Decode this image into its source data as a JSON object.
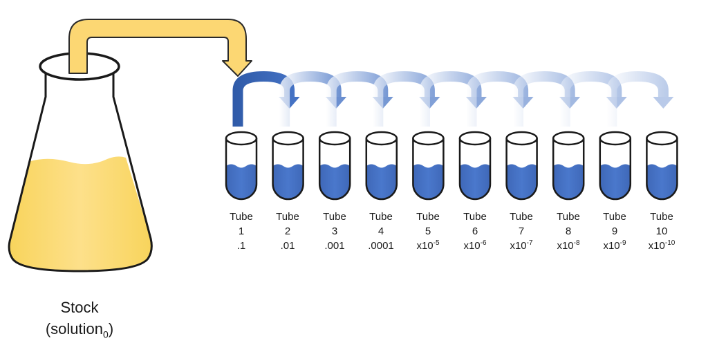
{
  "stock": {
    "title": "Stock",
    "label_prefix": "(solution",
    "label_subscript": "0",
    "label_suffix": ")"
  },
  "tubes": [
    {
      "name": "Tube",
      "number": "1",
      "dilution": ".1"
    },
    {
      "name": "Tube",
      "number": "2",
      "dilution": ".01"
    },
    {
      "name": "Tube",
      "number": "3",
      "dilution": ".001"
    },
    {
      "name": "Tube",
      "number": "4",
      "dilution": ".0001"
    },
    {
      "name": "Tube",
      "number": "5",
      "dilution_base": "x10",
      "dilution_exp": "-5"
    },
    {
      "name": "Tube",
      "number": "6",
      "dilution_base": "x10",
      "dilution_exp": "-6"
    },
    {
      "name": "Tube",
      "number": "7",
      "dilution_base": "x10",
      "dilution_exp": "-7"
    },
    {
      "name": "Tube",
      "number": "8",
      "dilution_base": "x10",
      "dilution_exp": "-8"
    },
    {
      "name": "Tube",
      "number": "9",
      "dilution_base": "x10",
      "dilution_exp": "-9"
    },
    {
      "name": "Tube",
      "number": "10",
      "dilution_base": "x10",
      "dilution_exp": "-10"
    }
  ],
  "colors": {
    "stock_liquid": "#fbdc72",
    "transfer_arrow": "#fcd773",
    "tube_liquid": "#4472c4",
    "dilution_arrow": "#4472c4",
    "outline": "#1a1a1a"
  }
}
